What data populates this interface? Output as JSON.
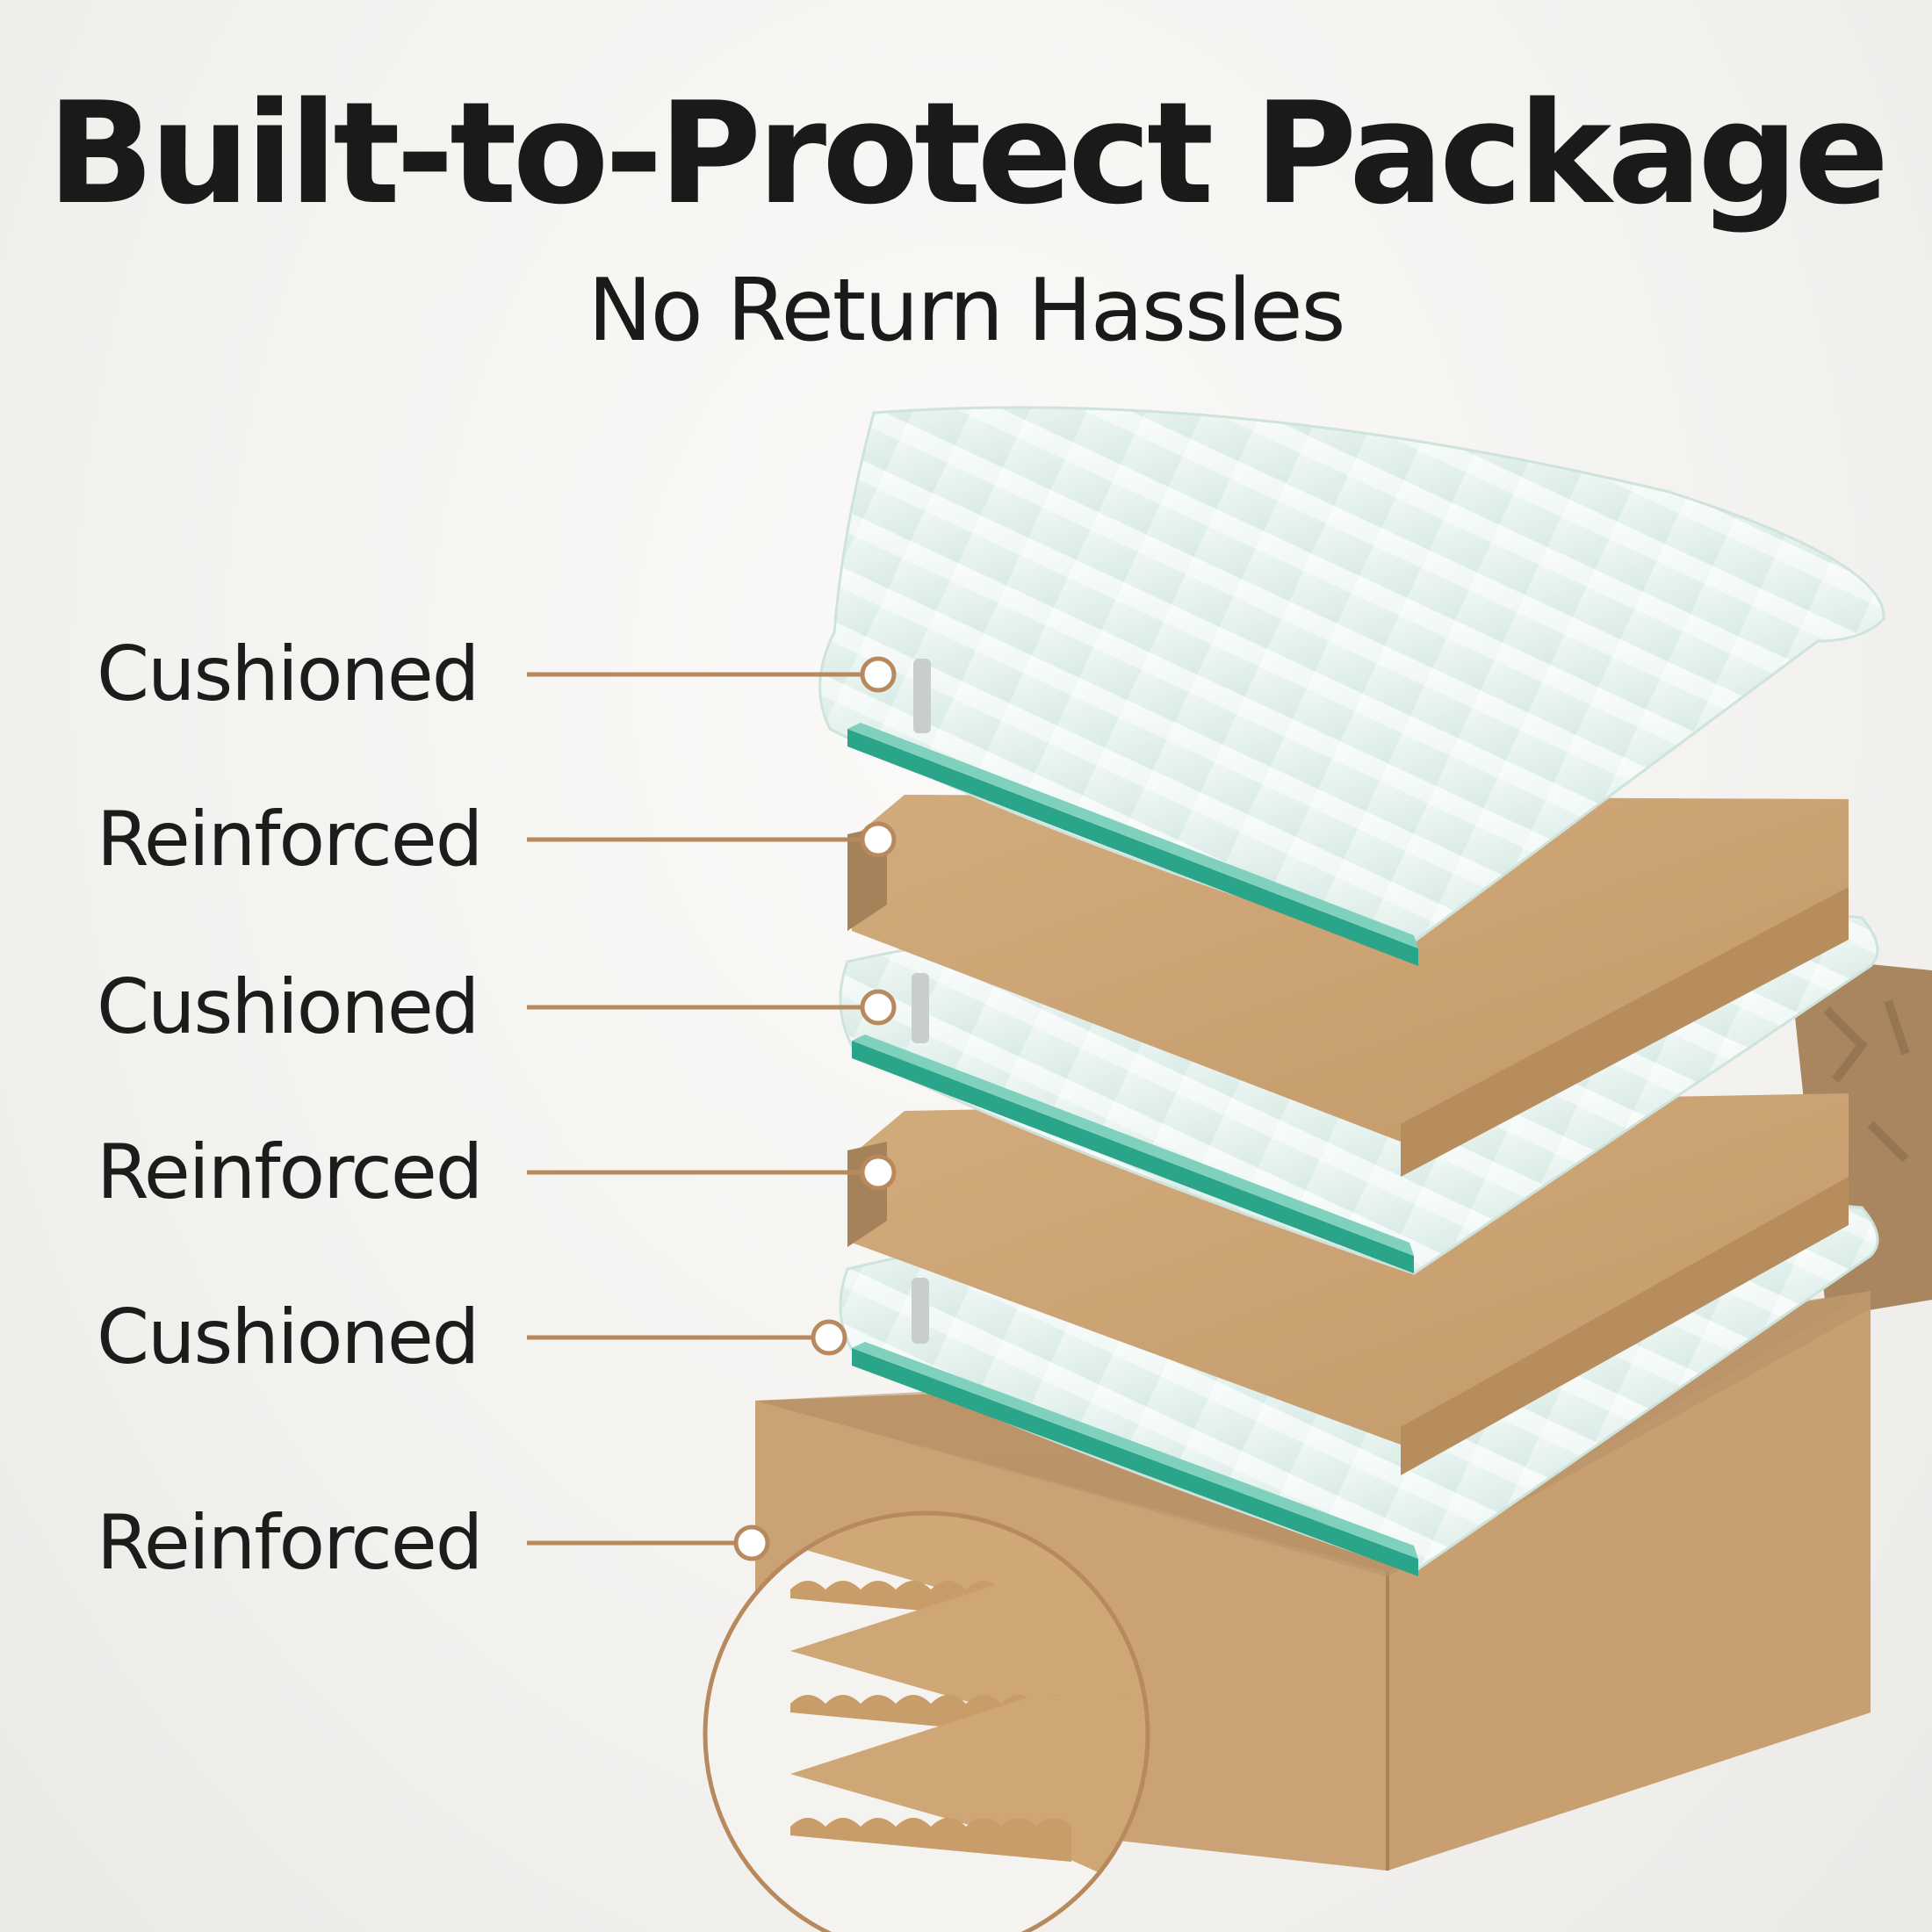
{
  "header": {
    "title": "Built-to-Protect Package",
    "subtitle": "No Return Hassles"
  },
  "layers": [
    {
      "label": "Cushioned",
      "material": "foam"
    },
    {
      "label": "Reinforced",
      "material": "cardboard"
    },
    {
      "label": "Cushioned",
      "material": "foam"
    },
    {
      "label": "Reinforced",
      "material": "cardboard"
    },
    {
      "label": "Cushioned",
      "material": "foam"
    },
    {
      "label": "Reinforced",
      "material": "corrugated"
    }
  ],
  "colors": {
    "accent": "#b9895e",
    "cardboard": "#c9a273",
    "foam": "#e6f2ef",
    "glass": "#2aa58a",
    "text": "#1a1a1a"
  }
}
